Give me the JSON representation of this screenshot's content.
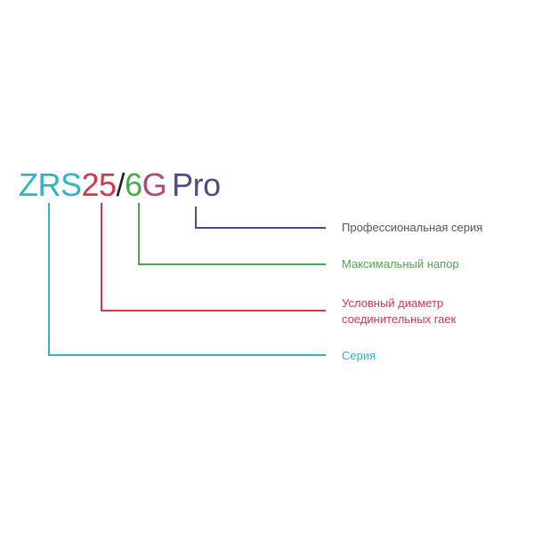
{
  "model": {
    "parts": [
      {
        "text": "ZRS",
        "color": "#2fb4c8"
      },
      {
        "text": "25",
        "color": "#cf3a4c"
      },
      {
        "text": "/",
        "color": "#222222"
      },
      {
        "text": "6",
        "color": "#4aa94e"
      },
      {
        "text": "G",
        "color": "#b04a7a"
      },
      {
        "text": "Pro",
        "color": "#4f4a8c"
      }
    ]
  },
  "legend": [
    {
      "label": "Профессиональная серия",
      "color": "#4f4a8c",
      "text_color": "#555555"
    },
    {
      "label": "Максимальный напор",
      "color": "#4aa94e",
      "text_color": "#4aa94e"
    },
    {
      "label_line1": "Условный диаметр",
      "label_line2": "соединительных гаек",
      "color": "#cf3a4c",
      "text_color": "#c43a50"
    },
    {
      "label": "Серия",
      "color": "#2fb4c8",
      "text_color": "#2fb4c8"
    }
  ]
}
